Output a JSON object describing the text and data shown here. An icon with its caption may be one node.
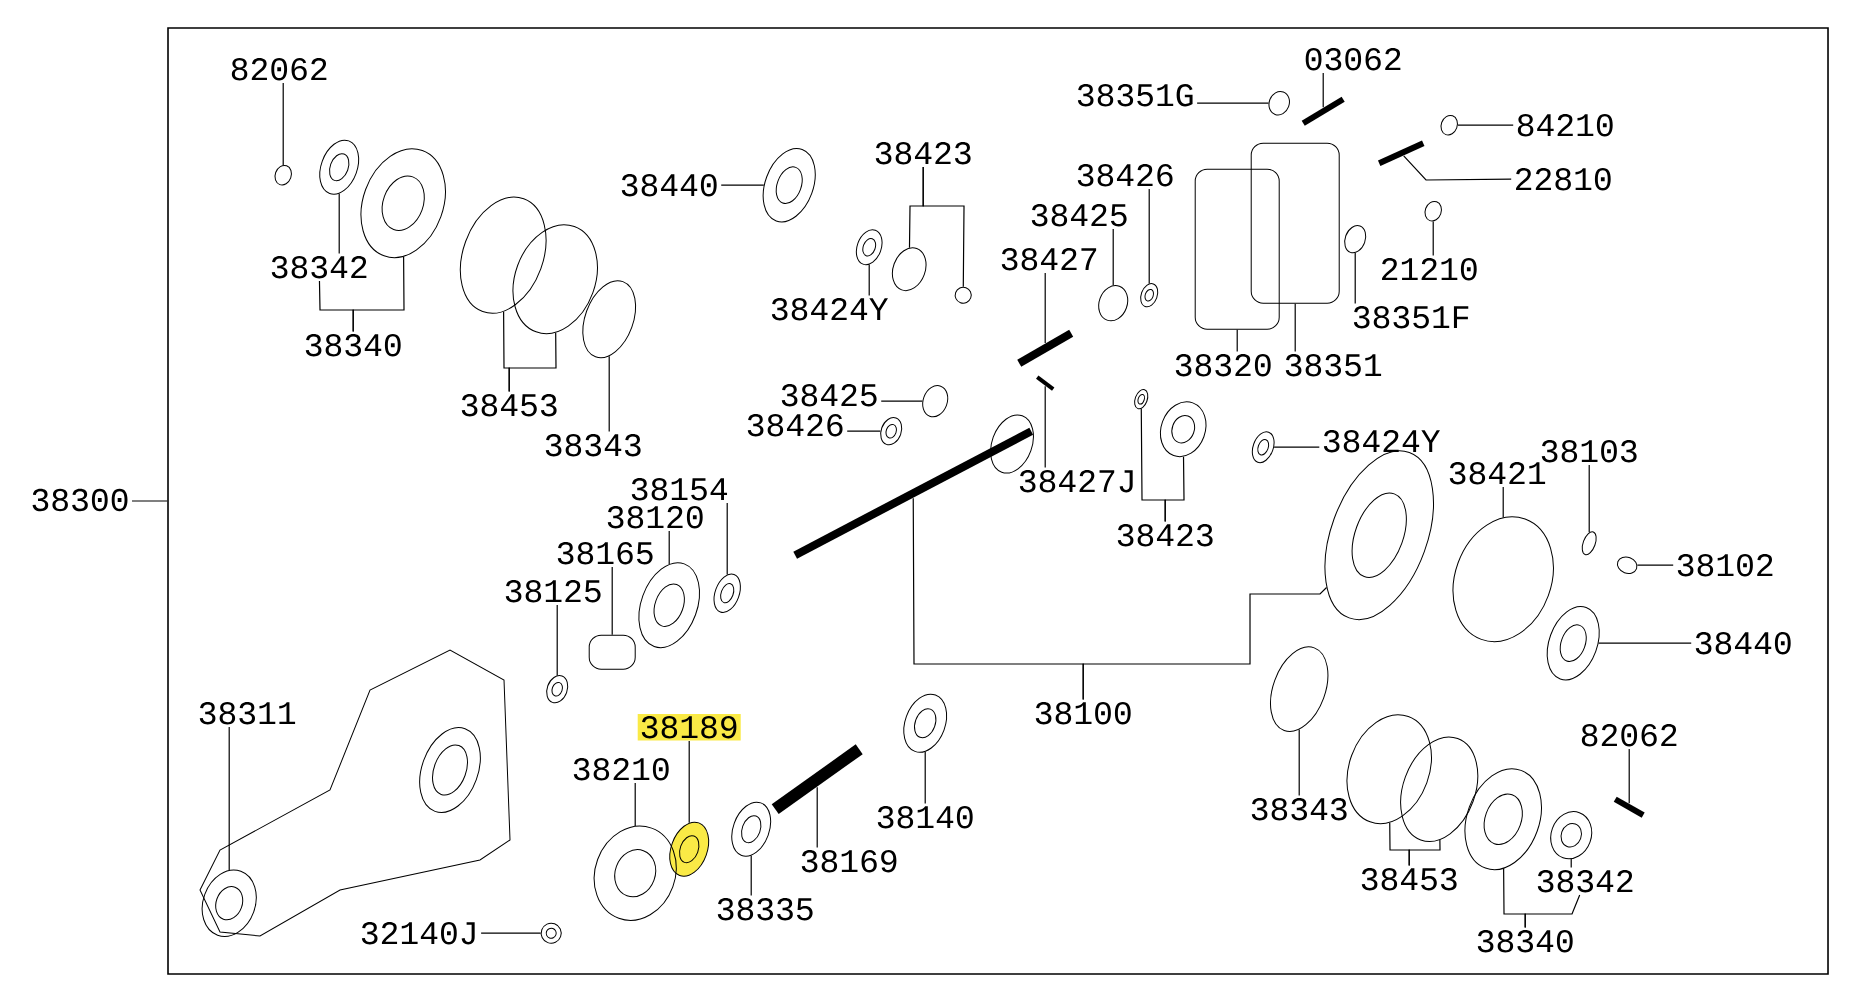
{
  "diagram": {
    "nodes": [
      {
        "text": [],
        "shape": "box"
      },
      {
        "text": [
          "38300"
        ]
      },
      {
        "text": [
          "82062"
        ],
        "in": 0
      },
      {
        "text": [
          "38342"
        ],
        "in": 0
      },
      {
        "text": [
          "38340"
        ],
        "in": 0
      },
      {
        "text": [
          "38453"
        ],
        "in": 0
      },
      {
        "text": [
          "38343"
        ],
        "in": 0
      },
      {
        "text": [
          "38440"
        ],
        "in": 0
      },
      {
        "text": [
          "38423"
        ],
        "in": 0
      },
      {
        "text": [
          "38424Y"
        ],
        "in": 0
      },
      {
        "text": [
          "38426"
        ],
        "in": 0
      },
      {
        "text": [
          "38425"
        ],
        "in": 0
      },
      {
        "text": [
          "38427"
        ],
        "in": 0
      },
      {
        "text": [
          "38351G"
        ],
        "in": 0
      },
      {
        "text": [
          "03062"
        ],
        "in": 0
      },
      {
        "text": [
          "84210"
        ],
        "in": 0
      },
      {
        "text": [
          "22810"
        ],
        "in": 0
      },
      {
        "text": [
          "21210"
        ],
        "in": 0
      },
      {
        "text": [
          "38351F"
        ],
        "in": 0
      },
      {
        "text": [
          "38320"
        ],
        "in": 0
      },
      {
        "text": [
          "38351"
        ],
        "in": 0
      },
      {
        "text": [
          "38425"
        ],
        "in": 0
      },
      {
        "text": [
          "38426"
        ],
        "in": 0
      },
      {
        "text": [
          "38427J"
        ],
        "in": 0
      },
      {
        "text": [
          "38423"
        ],
        "in": 0
      },
      {
        "text": [
          "38424Y"
        ],
        "in": 0
      },
      {
        "text": [
          "38421"
        ],
        "in": 0
      },
      {
        "text": [
          "38103"
        ],
        "in": 0
      },
      {
        "text": [
          "38102"
        ],
        "in": 0
      },
      {
        "text": [
          "38440"
        ],
        "in": 0
      },
      {
        "text": [
          "38154"
        ],
        "in": 0
      },
      {
        "text": [
          "38120"
        ],
        "in": 0
      },
      {
        "text": [
          "38165"
        ],
        "in": 0
      },
      {
        "text": [
          "38125"
        ],
        "in": 0
      },
      {
        "text": [
          "38100"
        ],
        "in": 0
      },
      {
        "text": [
          "38311"
        ],
        "in": 0
      },
      {
        "text": [
          "38189"
        ],
        "in": 0
      },
      {
        "text": [
          "38210"
        ],
        "in": 0
      },
      {
        "text": [
          "38169"
        ],
        "in": 0
      },
      {
        "text": [
          "38140"
        ],
        "in": 0
      },
      {
        "text": [
          "38335"
        ],
        "in": 0
      },
      {
        "text": [
          "32140J"
        ],
        "in": 0
      },
      {
        "text": [
          "38343"
        ],
        "in": 0
      },
      {
        "text": [
          "38453"
        ],
        "in": 0
      },
      {
        "text": [
          "82062"
        ],
        "in": 0
      },
      {
        "text": [
          "38342"
        ],
        "in": 0
      },
      {
        "text": [
          "38340"
        ],
        "in": 0
      },
      {
        "text": [],
        "shape": "circle",
        "in": 0
      },
      {
        "text": [],
        "shape": "picture",
        "in": 0
      },
      {
        "text": [],
        "shape": "picture",
        "in": 0
      },
      {
        "text": [],
        "shape": "circle",
        "in": 0
      },
      {
        "text": [],
        "shape": "circle",
        "in": 0
      },
      {
        "text": [],
        "shape": "circle",
        "in": 0
      },
      {
        "text": [],
        "shape": "picture",
        "in": 0
      },
      {
        "text": [],
        "shape": "circle",
        "in": 0
      },
      {
        "text": [],
        "shape": "circle",
        "in": 0
      },
      {
        "text": [],
        "shape": "picture",
        "in": 0
      },
      {
        "text": [],
        "shape": "picture",
        "in": 0
      },
      {
        "text": [],
        "shape": "circle",
        "in": 0
      },
      {
        "text": [],
        "shape": "bar",
        "in": 0
      },
      {
        "text": [],
        "shape": "circle",
        "in": 0
      },
      {
        "text": [],
        "shape": "bar",
        "in": 0
      },
      {
        "text": [],
        "shape": "circle",
        "in": 0
      },
      {
        "text": [],
        "shape": "bar",
        "in": 0
      },
      {
        "text": [],
        "shape": "circle",
        "in": 0
      },
      {
        "text": [],
        "shape": "circle",
        "in": 0
      },
      {
        "text": [],
        "shape": "box",
        "in": 0
      },
      {
        "text": [],
        "shape": "box",
        "in": 0
      },
      {
        "text": [],
        "shape": "circle",
        "in": 0
      },
      {
        "text": [],
        "shape": "picture",
        "in": 0
      },
      {
        "text": [],
        "shape": "bar",
        "in": 0
      },
      {
        "text": [],
        "shape": "picture",
        "in": 0
      },
      {
        "text": [],
        "shape": "picture",
        "in": 0
      },
      {
        "text": [],
        "shape": "picture",
        "in": 0
      },
      {
        "text": [],
        "shape": "circle",
        "in": 0
      },
      {
        "text": [],
        "shape": "circle",
        "in": 0
      },
      {
        "text": [],
        "shape": "circle",
        "in": 0
      },
      {
        "text": [],
        "shape": "picture",
        "in": 0
      },
      {
        "text": [],
        "shape": "picture",
        "in": 0
      },
      {
        "text": [],
        "shape": "picture",
        "in": 0
      },
      {
        "text": [],
        "shape": "box",
        "in": 0
      },
      {
        "text": [],
        "shape": "picture",
        "in": 0
      },
      {
        "text": [],
        "shape": "bar",
        "in": 0
      },
      {
        "text": [],
        "shape": "picture",
        "in": 0
      },
      {
        "text": [],
        "shape": "picture",
        "in": 0
      },
      {
        "text": [],
        "shape": "picture",
        "in": 0
      },
      {
        "text": [],
        "shape": "picture",
        "in": 0
      },
      {
        "text": [],
        "shape": "bar",
        "in": 0
      },
      {
        "text": [],
        "shape": "picture",
        "in": 0
      },
      {
        "text": [],
        "shape": "picture",
        "in": 0
      },
      {
        "text": [],
        "shape": "picture",
        "in": 0
      },
      {
        "text": [],
        "shape": "circle",
        "in": 0
      },
      {
        "text": [],
        "shape": "circle",
        "in": 0
      },
      {
        "text": [],
        "shape": "circle",
        "in": 0
      },
      {
        "text": [],
        "shape": "bar",
        "in": 0
      },
      {
        "text": [],
        "shape": "picture",
        "in": 0
      },
      {
        "text": [],
        "shape": "picture",
        "in": 0
      }
    ],
    "edges": [
      {
        "from": 1,
        "to": 0,
        "arrow": "none"
      },
      {
        "from": 2,
        "to": 47,
        "arrow": "none"
      },
      {
        "from": 3,
        "to": 48,
        "arrow": "none"
      },
      {
        "from": 4,
        "to": 3,
        "arrow": "none"
      },
      {
        "from": 4,
        "to": 49,
        "arrow": "none"
      },
      {
        "from": 5,
        "to": 50,
        "arrow": "none"
      },
      {
        "from": 5,
        "to": 51,
        "arrow": "none"
      },
      {
        "from": 6,
        "to": 52,
        "arrow": "none"
      },
      {
        "from": 7,
        "to": 53,
        "arrow": "none"
      },
      {
        "from": 8,
        "to": 54,
        "arrow": "none"
      },
      {
        "from": 8,
        "to": 55,
        "arrow": "none"
      },
      {
        "from": 9,
        "to": 56,
        "arrow": "none"
      },
      {
        "from": 10,
        "to": 57,
        "arrow": "none"
      },
      {
        "from": 11,
        "to": 58,
        "arrow": "none"
      },
      {
        "from": 12,
        "to": 59,
        "arrow": "none"
      },
      {
        "from": 13,
        "to": 60,
        "arrow": "none"
      },
      {
        "from": 14,
        "to": 61,
        "arrow": "none"
      },
      {
        "from": 15,
        "to": 62,
        "arrow": "none"
      },
      {
        "from": 16,
        "to": 63,
        "arrow": "none"
      },
      {
        "from": 17,
        "to": 64,
        "arrow": "none"
      },
      {
        "from": 18,
        "to": 65,
        "arrow": "none"
      },
      {
        "from": 19,
        "to": 66,
        "arrow": "none"
      },
      {
        "from": 20,
        "to": 67,
        "arrow": "none"
      },
      {
        "from": 21,
        "to": 68,
        "arrow": "none"
      },
      {
        "from": 22,
        "to": 69,
        "arrow": "none"
      },
      {
        "from": 23,
        "to": 70,
        "arrow": "none"
      },
      {
        "from": 24,
        "to": 71,
        "arrow": "none"
      },
      {
        "from": 24,
        "to": 72,
        "arrow": "none"
      },
      {
        "from": 25,
        "to": 73,
        "arrow": "none"
      },
      {
        "from": 26,
        "to": 74,
        "arrow": "none"
      },
      {
        "from": 27,
        "to": 75,
        "arrow": "none"
      },
      {
        "from": 28,
        "to": 76,
        "arrow": "none"
      },
      {
        "from": 29,
        "to": 77,
        "arrow": "none"
      },
      {
        "from": 30,
        "to": 78,
        "arrow": "none"
      },
      {
        "from": 31,
        "to": 79,
        "arrow": "none"
      },
      {
        "from": 32,
        "to": 80,
        "arrow": "none"
      },
      {
        "from": 33,
        "to": 81,
        "arrow": "none"
      },
      {
        "from": 34,
        "to": 82,
        "arrow": "none"
      },
      {
        "from": 34,
        "to": 83,
        "arrow": "none"
      },
      {
        "from": 35,
        "to": 84,
        "arrow": "none"
      },
      {
        "from": 36,
        "to": 85,
        "arrow": "none"
      },
      {
        "from": 37,
        "to": 86,
        "arrow": "none"
      },
      {
        "from": 38,
        "to": 87,
        "arrow": "none"
      },
      {
        "from": 39,
        "to": 88,
        "arrow": "none"
      },
      {
        "from": 40,
        "to": 89,
        "arrow": "none"
      },
      {
        "from": 41,
        "to": 90,
        "arrow": "none"
      },
      {
        "from": 42,
        "to": 91,
        "arrow": "none"
      },
      {
        "from": 43,
        "to": 92,
        "arrow": "none"
      },
      {
        "from": 43,
        "to": 93,
        "arrow": "none"
      },
      {
        "from": 44,
        "to": 94,
        "arrow": "none"
      },
      {
        "from": 45,
        "to": 95,
        "arrow": "none"
      },
      {
        "from": 46,
        "to": 96,
        "arrow": "none"
      },
      {
        "from": 46,
        "to": 45,
        "arrow": "none"
      }
    ]
  }
}
